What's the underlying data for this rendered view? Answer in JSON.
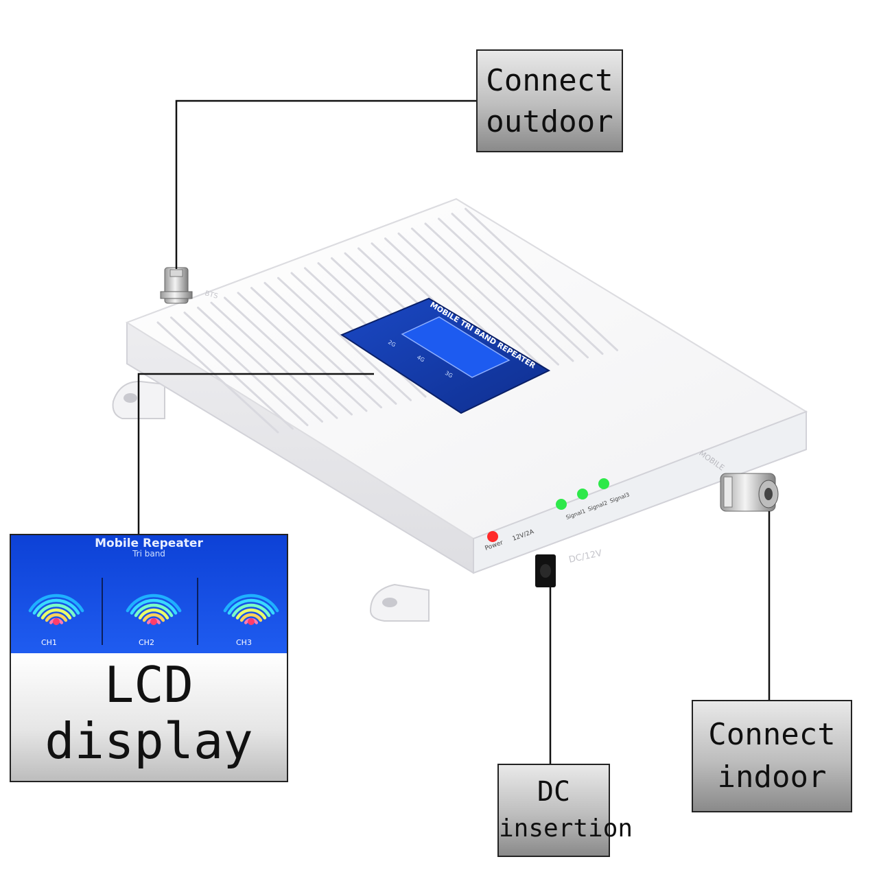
{
  "callouts": {
    "outdoor": [
      "Connect",
      "outdoor"
    ],
    "indoor": [
      "Connect",
      "indoor"
    ],
    "dc": [
      "DC",
      "insertion"
    ],
    "lcd": [
      "LCD",
      "display"
    ]
  },
  "lcd_screen": {
    "title": "Mobile Repeater",
    "subtitle": "Tri band",
    "channels": [
      "CH1",
      "CH2",
      "CH3"
    ]
  },
  "device": {
    "panel_title": "MOBILE TRI BAND REPEATER",
    "bands": [
      "2G",
      "4G",
      "3G"
    ],
    "port_labels": {
      "base": "BTS",
      "mobile": "MOBILE",
      "dc": "DC/12V"
    },
    "front_labels": {
      "power": "Power",
      "voltage": "12V/2A",
      "signals": [
        "Signal1",
        "Signal2",
        "Signal3"
      ]
    }
  },
  "colors": {
    "callout_text": "#0f0f0f",
    "lcd_blue": "#1450e6",
    "led_green": "#2ee84a",
    "led_red": "#ff2a2a"
  }
}
